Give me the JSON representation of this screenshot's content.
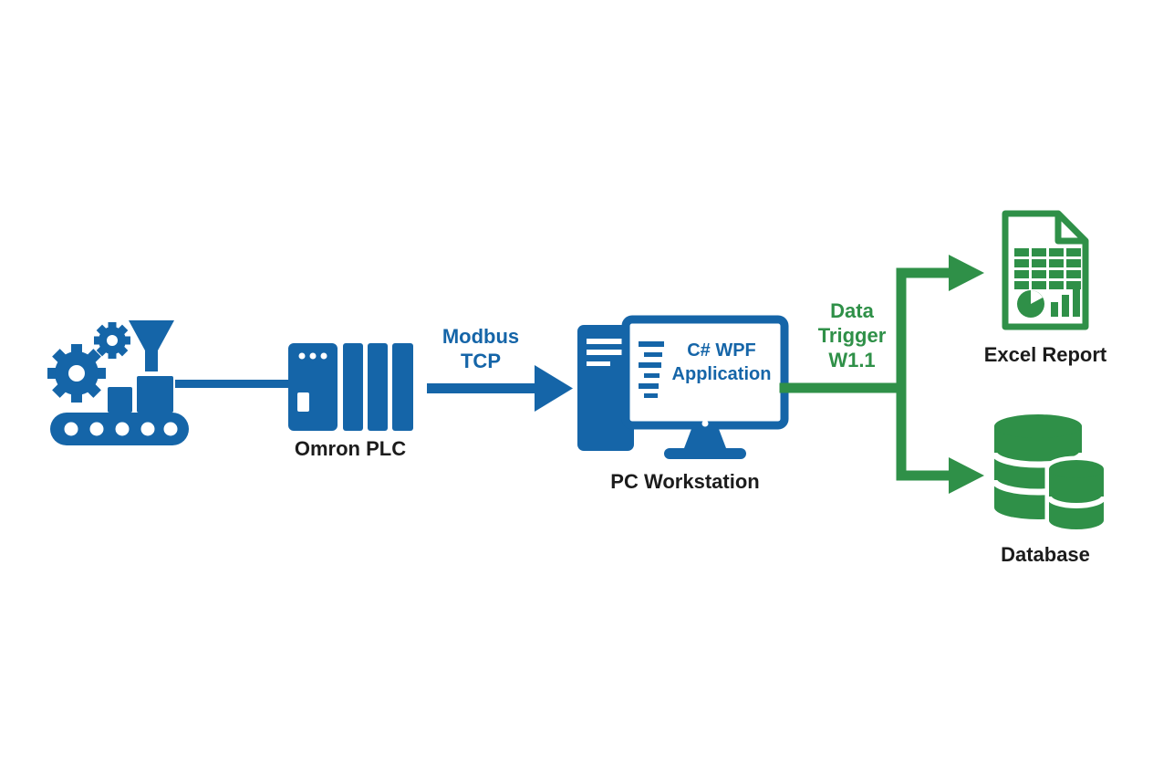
{
  "colors": {
    "blue": "#1565a8",
    "green": "#2f9048",
    "label_text": "#1c1c1c",
    "background": "#ffffff"
  },
  "nodes": {
    "production_line": {
      "icon": "conveyor-gears-funnel-icon"
    },
    "plc": {
      "icon": "plc-rack-icon",
      "label": "Omron PLC"
    },
    "workstation": {
      "icon": "desktop-tower-monitor-icon",
      "label": "PC Workstation",
      "screen": {
        "line1": "C# WPF",
        "line2": "Application"
      }
    },
    "excel": {
      "icon": "spreadsheet-report-icon",
      "label": "Excel Report"
    },
    "database": {
      "icon": "database-cylinders-icon",
      "label": "Database"
    }
  },
  "connections": {
    "plc_to_pc": {
      "icon": "blue-arrow-right-icon",
      "line1": "Modbus",
      "line2": "TCP"
    },
    "pc_to_outputs": {
      "icon": "green-branch-arrows-icon",
      "line1": "Data",
      "line2": "Trigger",
      "line3": "W1.1"
    }
  }
}
